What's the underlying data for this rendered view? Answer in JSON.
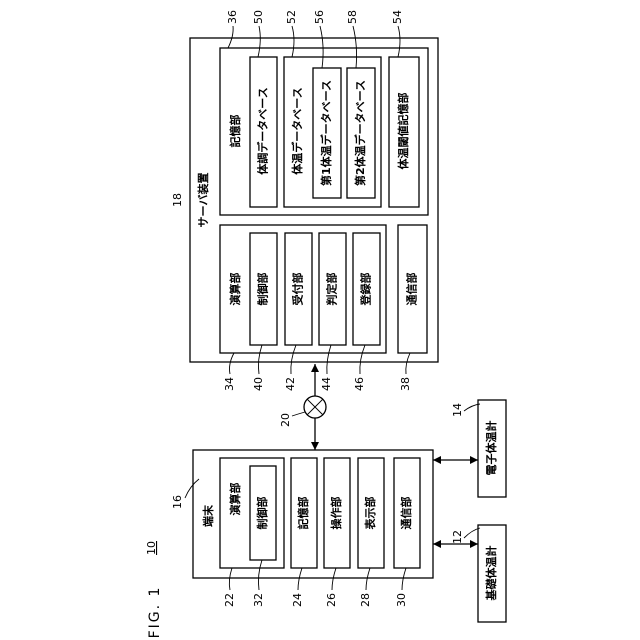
{
  "figure": {
    "title": "FIG. 1",
    "system_ref": "10"
  },
  "terminal": {
    "ref": "16",
    "label": "端末",
    "compute": {
      "ref": "22",
      "label": "演算部",
      "control": {
        "ref": "32",
        "label": "制御部"
      }
    },
    "storage": {
      "ref": "24",
      "label": "記憶部"
    },
    "operation": {
      "ref": "26",
      "label": "操作部"
    },
    "display": {
      "ref": "28",
      "label": "表示部"
    },
    "comm": {
      "ref": "30",
      "label": "通信部"
    }
  },
  "devices": {
    "basal": {
      "ref": "12",
      "label": "基礎体温計"
    },
    "electronic": {
      "ref": "14",
      "label": "電子体温計"
    }
  },
  "network": {
    "ref": "20"
  },
  "server": {
    "ref": "18",
    "label": "サーバ装置",
    "compute": {
      "ref": "34",
      "label": "演算部",
      "control": {
        "ref": "40",
        "label": "制御部"
      },
      "receive": {
        "ref": "42",
        "label": "受付部"
      },
      "judge": {
        "ref": "44",
        "label": "判定部"
      },
      "register": {
        "ref": "46",
        "label": "登録部"
      }
    },
    "comm": {
      "ref": "38",
      "label": "通信部"
    },
    "storage": {
      "ref": "36",
      "label": "記憶部",
      "condition_db": {
        "ref": "50",
        "label": "体調データベース"
      },
      "temp_db": {
        "ref": "52",
        "label": "体温データベース",
        "first_db": {
          "ref": "56",
          "label": "第1体温データベース"
        },
        "second_db": {
          "ref": "58",
          "label": "第2体温データベース"
        }
      },
      "threshold": {
        "ref": "54",
        "label": "体温閾値記憶部"
      }
    }
  }
}
